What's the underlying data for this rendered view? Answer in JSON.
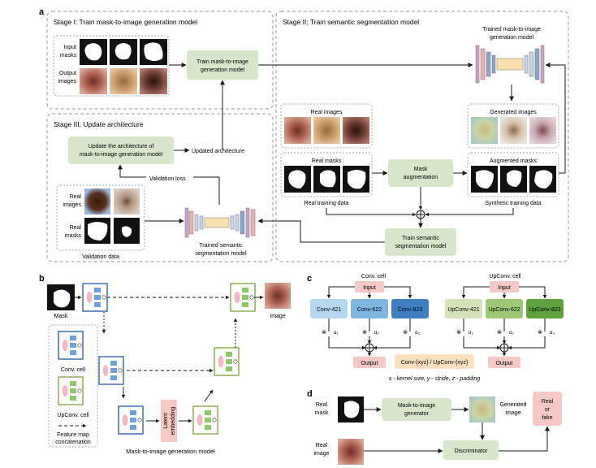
{
  "panels": {
    "a": "a",
    "b": "b",
    "c": "c",
    "d": "d"
  },
  "stage1": {
    "title": "Stage I: Train mask-to-image generation model",
    "input_label_1": "Input",
    "input_label_2": "masks",
    "output_label_1": "Output",
    "output_label_2": "images",
    "train_box_1": "Train mask-to-image",
    "train_box_2": "generation model"
  },
  "stage2": {
    "title": "Stage II: Train semantic segmentation model",
    "trained_model_1": "Trained mask-to-image",
    "trained_model_2": "generation model",
    "real_images": "Real images",
    "generated_images": "Generated images",
    "real_masks": "Real masks",
    "mask_aug_1": "Mask",
    "mask_aug_2": "augmentation",
    "augmented_masks": "Augmented masks",
    "real_training": "Real training data",
    "synthetic_training": "Synthetic training data",
    "train_seg_1": "Train semantic",
    "train_seg_2": "segmentation model"
  },
  "stage3": {
    "title": "Stage III: Update architecture",
    "update_box_1": "Update the architecture of",
    "update_box_2": "mask-to-image generation model",
    "updated_arch": "Updated architecture",
    "validation_loss": "Validation loss",
    "real_images_1": "Real",
    "real_images_2": "images",
    "real_masks_1": "Real",
    "real_masks_2": "masks",
    "validation_data": "Validation data",
    "trained_seg_1": "Trained semantic",
    "trained_seg_2": "segmentation model"
  },
  "panel_b": {
    "mask": "Mask",
    "image": "Image",
    "latent_1": "Latent",
    "latent_2": "embedding",
    "conv_cell": "Conv. cell",
    "upconv_cell": "UpConv. cell",
    "feature_map_1": "Feature map",
    "feature_map_2": "concatenation",
    "model_label": "Mask-to-image generation model"
  },
  "panel_c": {
    "conv_title": "Conv. cell",
    "upconv_title": "UpConv. cell",
    "input": "Input",
    "output": "Output",
    "conv_ops": [
      "Conv-421",
      "Conv-622",
      "Conv-823"
    ],
    "upconv_ops": [
      "UpConv-421",
      "UpConv-622",
      "UpConv-823"
    ],
    "alphas": [
      "α₁",
      "α₂",
      "α₃"
    ],
    "legend_box": "Conv-{xyz} / UpConv-{xyz}",
    "legend_text": "x - kernel size, y - stride, z - padding",
    "conv_colors": [
      "#b5d8ee",
      "#7fb6e0",
      "#3f7fc0"
    ],
    "upconv_colors": [
      "#d4e4b8",
      "#9ec878",
      "#5fa23e"
    ]
  },
  "panel_d": {
    "real_mask_1": "Real",
    "real_mask_2": "mask",
    "generator_1": "Mask-to-image",
    "generator_2": "generator",
    "generated_1": "Generated",
    "generated_2": "image",
    "real_or_fake": [
      "Real",
      "or",
      "fake"
    ],
    "real_image_1": "Real",
    "real_image_2": "image",
    "discriminator": "Discriminator"
  },
  "colors": {
    "green_box": "#d8e6cc",
    "pink_box": "#f6c9c6",
    "orange_box": "#fbe0c2",
    "dash_border": "#9a9a9a",
    "arrow": "#1a1a1a"
  }
}
